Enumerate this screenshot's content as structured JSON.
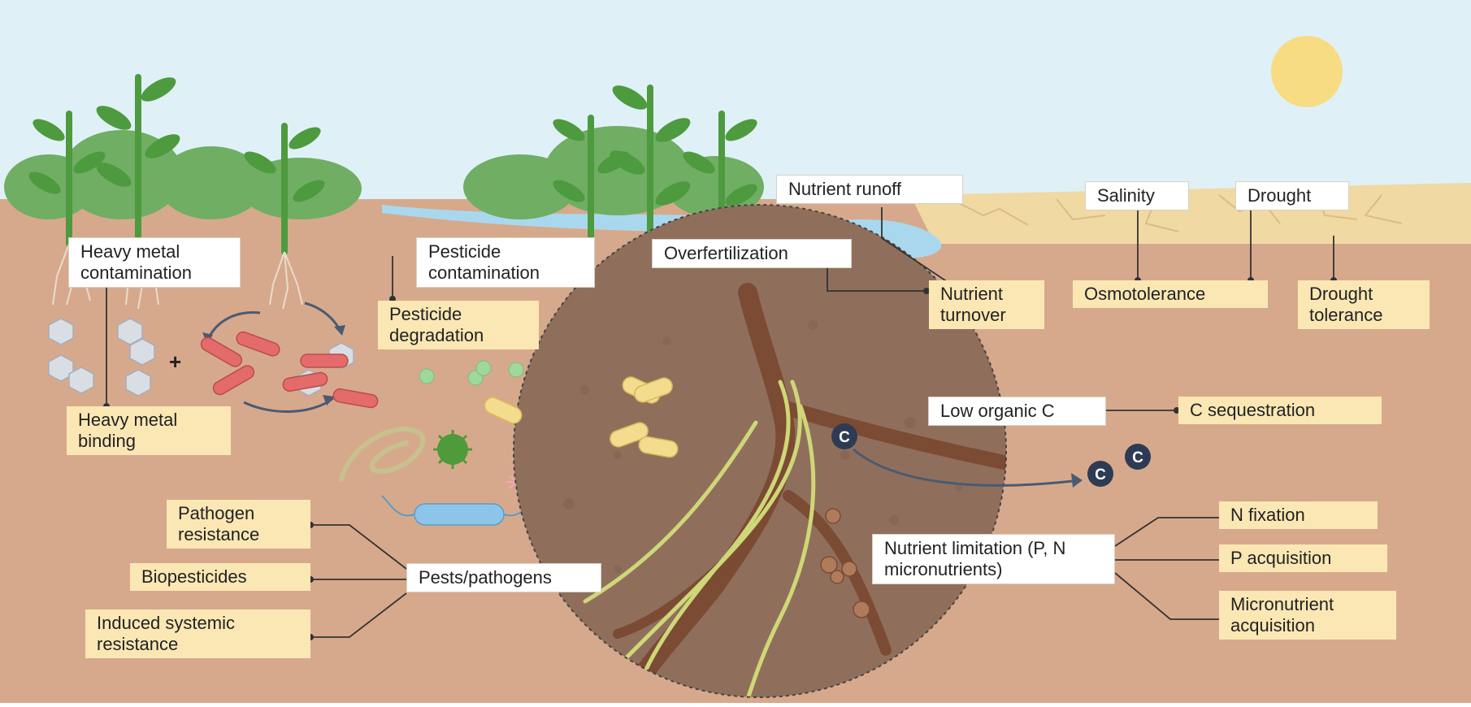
{
  "colors": {
    "sky": "#dff1f7",
    "soil": "#d7a98c",
    "soil_dark": "#c8997c",
    "dry_soil": "#f1d9a3",
    "water": "#a9d8ee",
    "sun": "#f7dc84",
    "plant": "#4e9a3f",
    "bush": "#6fae63",
    "root": "#e8dccd",
    "circle_bg": "#8f6f5c",
    "root_brown": "#7b4b33",
    "hypha": "#cfd777",
    "white_box": "#ffffff",
    "cream_box": "#fbe7b4",
    "leader": "#333333",
    "microbe_red": "#e56b6b",
    "virus": "#4f9a3a",
    "spore_pink": "#f3a7b7",
    "green_dot": "#9fd89a",
    "carbon": "#2e3b55"
  },
  "labels": {
    "heavy_metal_contamination": "Heavy metal contamination",
    "heavy_metal_binding": "Heavy metal binding",
    "pesticide_contamination": "Pesticide contamination",
    "pesticide_degradation": "Pesticide degradation",
    "overfertilization": "Overfertilization",
    "nutrient_runoff": "Nutrient runoff",
    "nutrient_turnover": "Nutrient turnover",
    "salinity": "Salinity",
    "drought": "Drought",
    "osmotolerance": "Osmotolerance",
    "drought_tolerance": "Drought tolerance",
    "low_organic_c": "Low organic C",
    "c_sequestration": "C sequestration",
    "nutrient_limitation": "Nutrient limitation (P, N micronutrients)",
    "n_fixation": "N fixation",
    "p_acquisition": "P acquisition",
    "micronutrient_acquisition": "Micronutrient acquisition",
    "pests_pathogens": "Pests/pathogens",
    "pathogen_resistance": "Pathogen resistance",
    "biopesticides": "Biopesticides",
    "induced_systemic_resistance": "Induced systemic resistance"
  },
  "glyphs": {
    "plus": "+",
    "carbon": "C"
  }
}
